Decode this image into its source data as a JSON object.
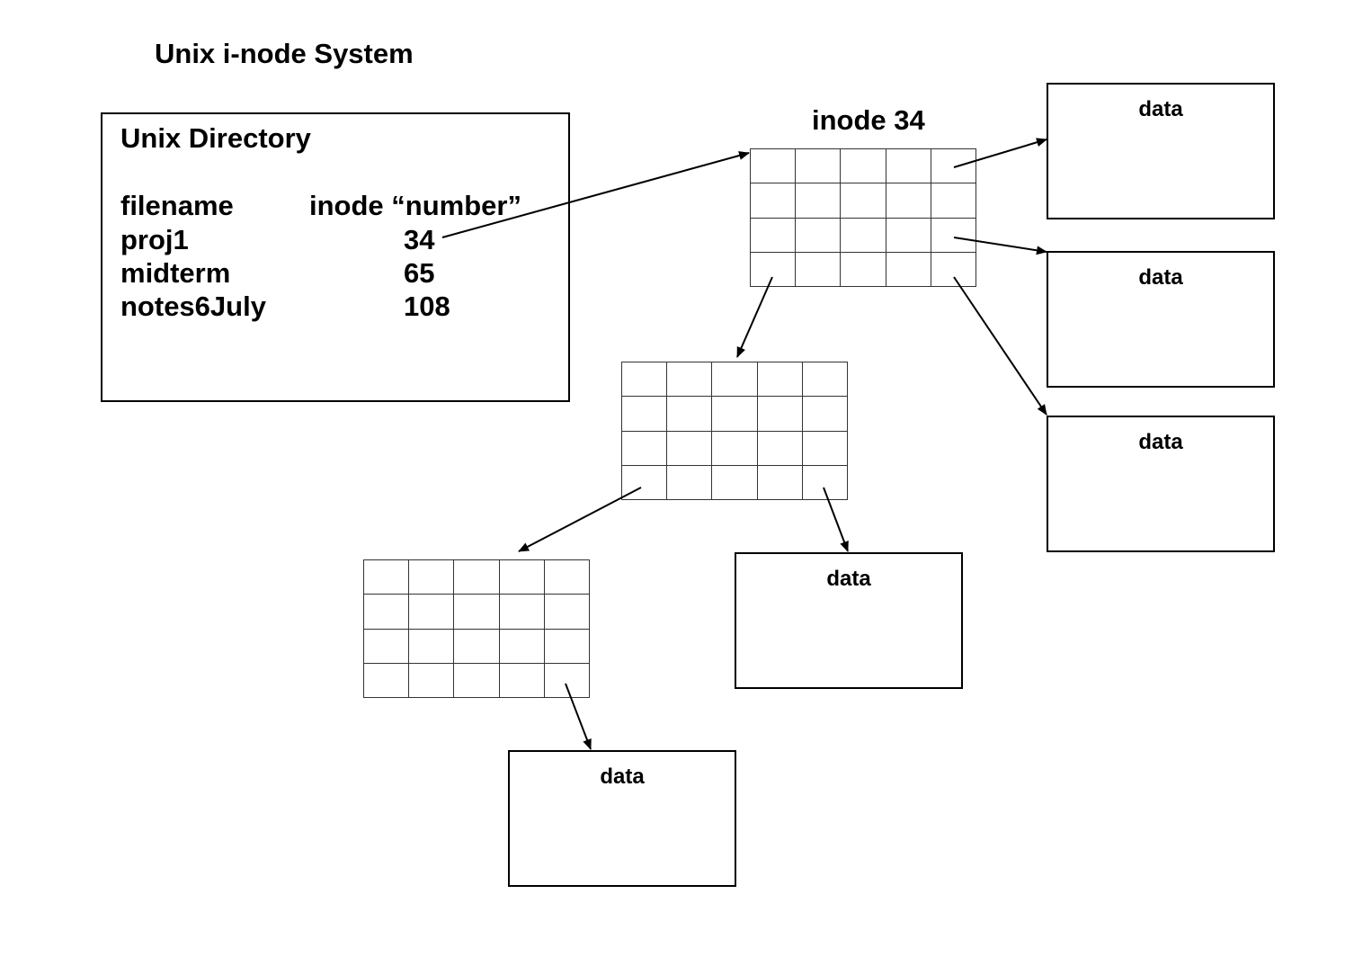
{
  "title": "Unix i-node System",
  "directory": {
    "title": "Unix Directory",
    "header": {
      "filename": "filename",
      "inode": "inode “number”"
    },
    "rows": [
      {
        "filename": "proj1",
        "inode": "34"
      },
      {
        "filename": "midterm",
        "inode": "65"
      },
      {
        "filename": "notes6July",
        "inode": "108"
      }
    ]
  },
  "inode": {
    "label": "inode 34",
    "rows": 4,
    "cols": 5
  },
  "data_label": "data"
}
